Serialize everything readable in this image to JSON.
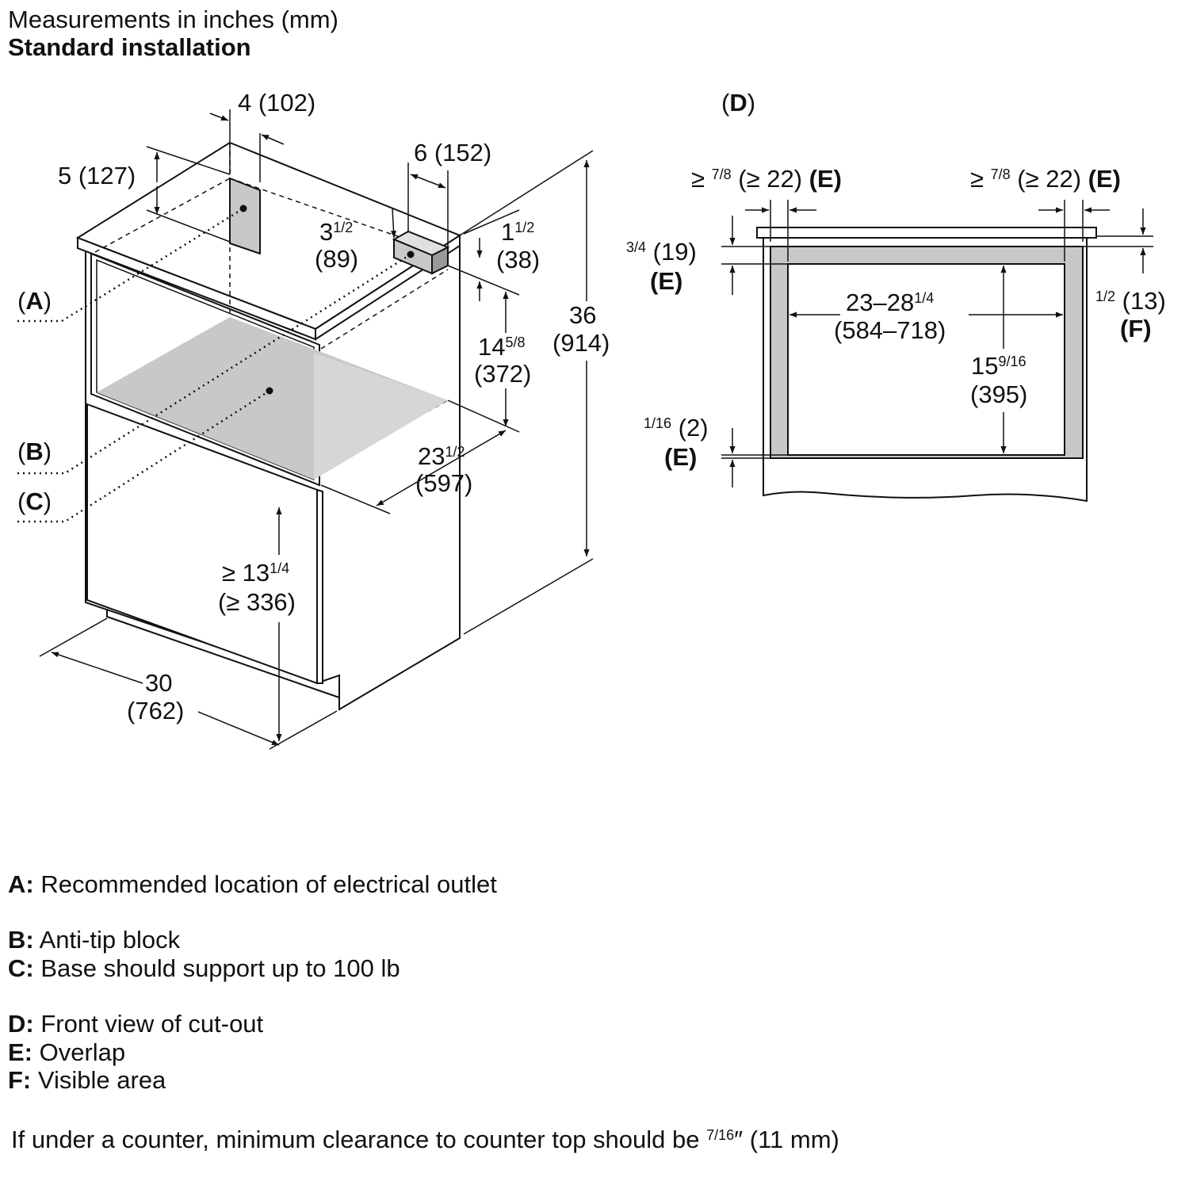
{
  "header": {
    "line1": "Measurements in inches (mm)",
    "line2": "Standard installation"
  },
  "iso": {
    "d_4": "4 (102)",
    "d_5": "5 (127)",
    "d_6": "6 (152)",
    "d_3_whole": "3",
    "d_3_frac": "1/2",
    "d_3_mm": "(89)",
    "d_1_whole": "1",
    "d_1_frac": "1/2",
    "d_1_mm": "(38)",
    "d_36": "36",
    "d_36_mm": "(914)",
    "d_14_whole": "14",
    "d_14_frac": "5/8",
    "d_14_mm": "(372)",
    "d_23_whole": "23",
    "d_23_frac": "1/2",
    "d_23_mm": "(597)",
    "d_13_pre": "≥ 13",
    "d_13_frac": "1/4",
    "d_13_mm": "(≥ 336)",
    "d_30": "30",
    "d_30_mm": "(762)",
    "label_a": "A",
    "label_b": "B",
    "label_c": "C"
  },
  "front": {
    "label_d": "D",
    "e_left_pre": "≥ ",
    "e_left_frac": "7/8",
    "e_left_mm": " (≥ 22) ",
    "e_left_tag": "(E)",
    "e_right_pre": "≥ ",
    "e_right_frac": "7/8",
    "e_right_mm": " (≥ 22) ",
    "e_right_tag": "(E)",
    "top_frac": "3/4",
    "top_mm": " (19)",
    "top_tag": "(E)",
    "width_whole": "23–28",
    "width_frac": "1/4",
    "width_mm": "(584–718)",
    "height_whole": "15",
    "height_frac": "9/16",
    "height_mm": "(395)",
    "bot_frac": "1/16",
    "bot_mm": " (2)",
    "bot_tag": "(E)",
    "f_frac": "1/2",
    "f_mm": " (13)",
    "f_tag": "(F)"
  },
  "legend": [
    {
      "key": "A:",
      "text": " Recommended location of electrical outlet"
    },
    {
      "key": "B:",
      "text": " Anti-tip block"
    },
    {
      "key": "C:",
      "text": " Base should support up to 100 lb"
    },
    {
      "key": "D:",
      "text": " Front view of cut-out"
    },
    {
      "key": "E:",
      "text": " Overlap"
    },
    {
      "key": "F:",
      "text": " Visible area"
    }
  ],
  "note": {
    "text_a": "If under a counter, minimum clearance to counter top should be ",
    "frac": "7/16",
    "text_b": "″ (11 mm)"
  },
  "colors": {
    "shade": "#c8c8c8",
    "line": "#111111"
  }
}
